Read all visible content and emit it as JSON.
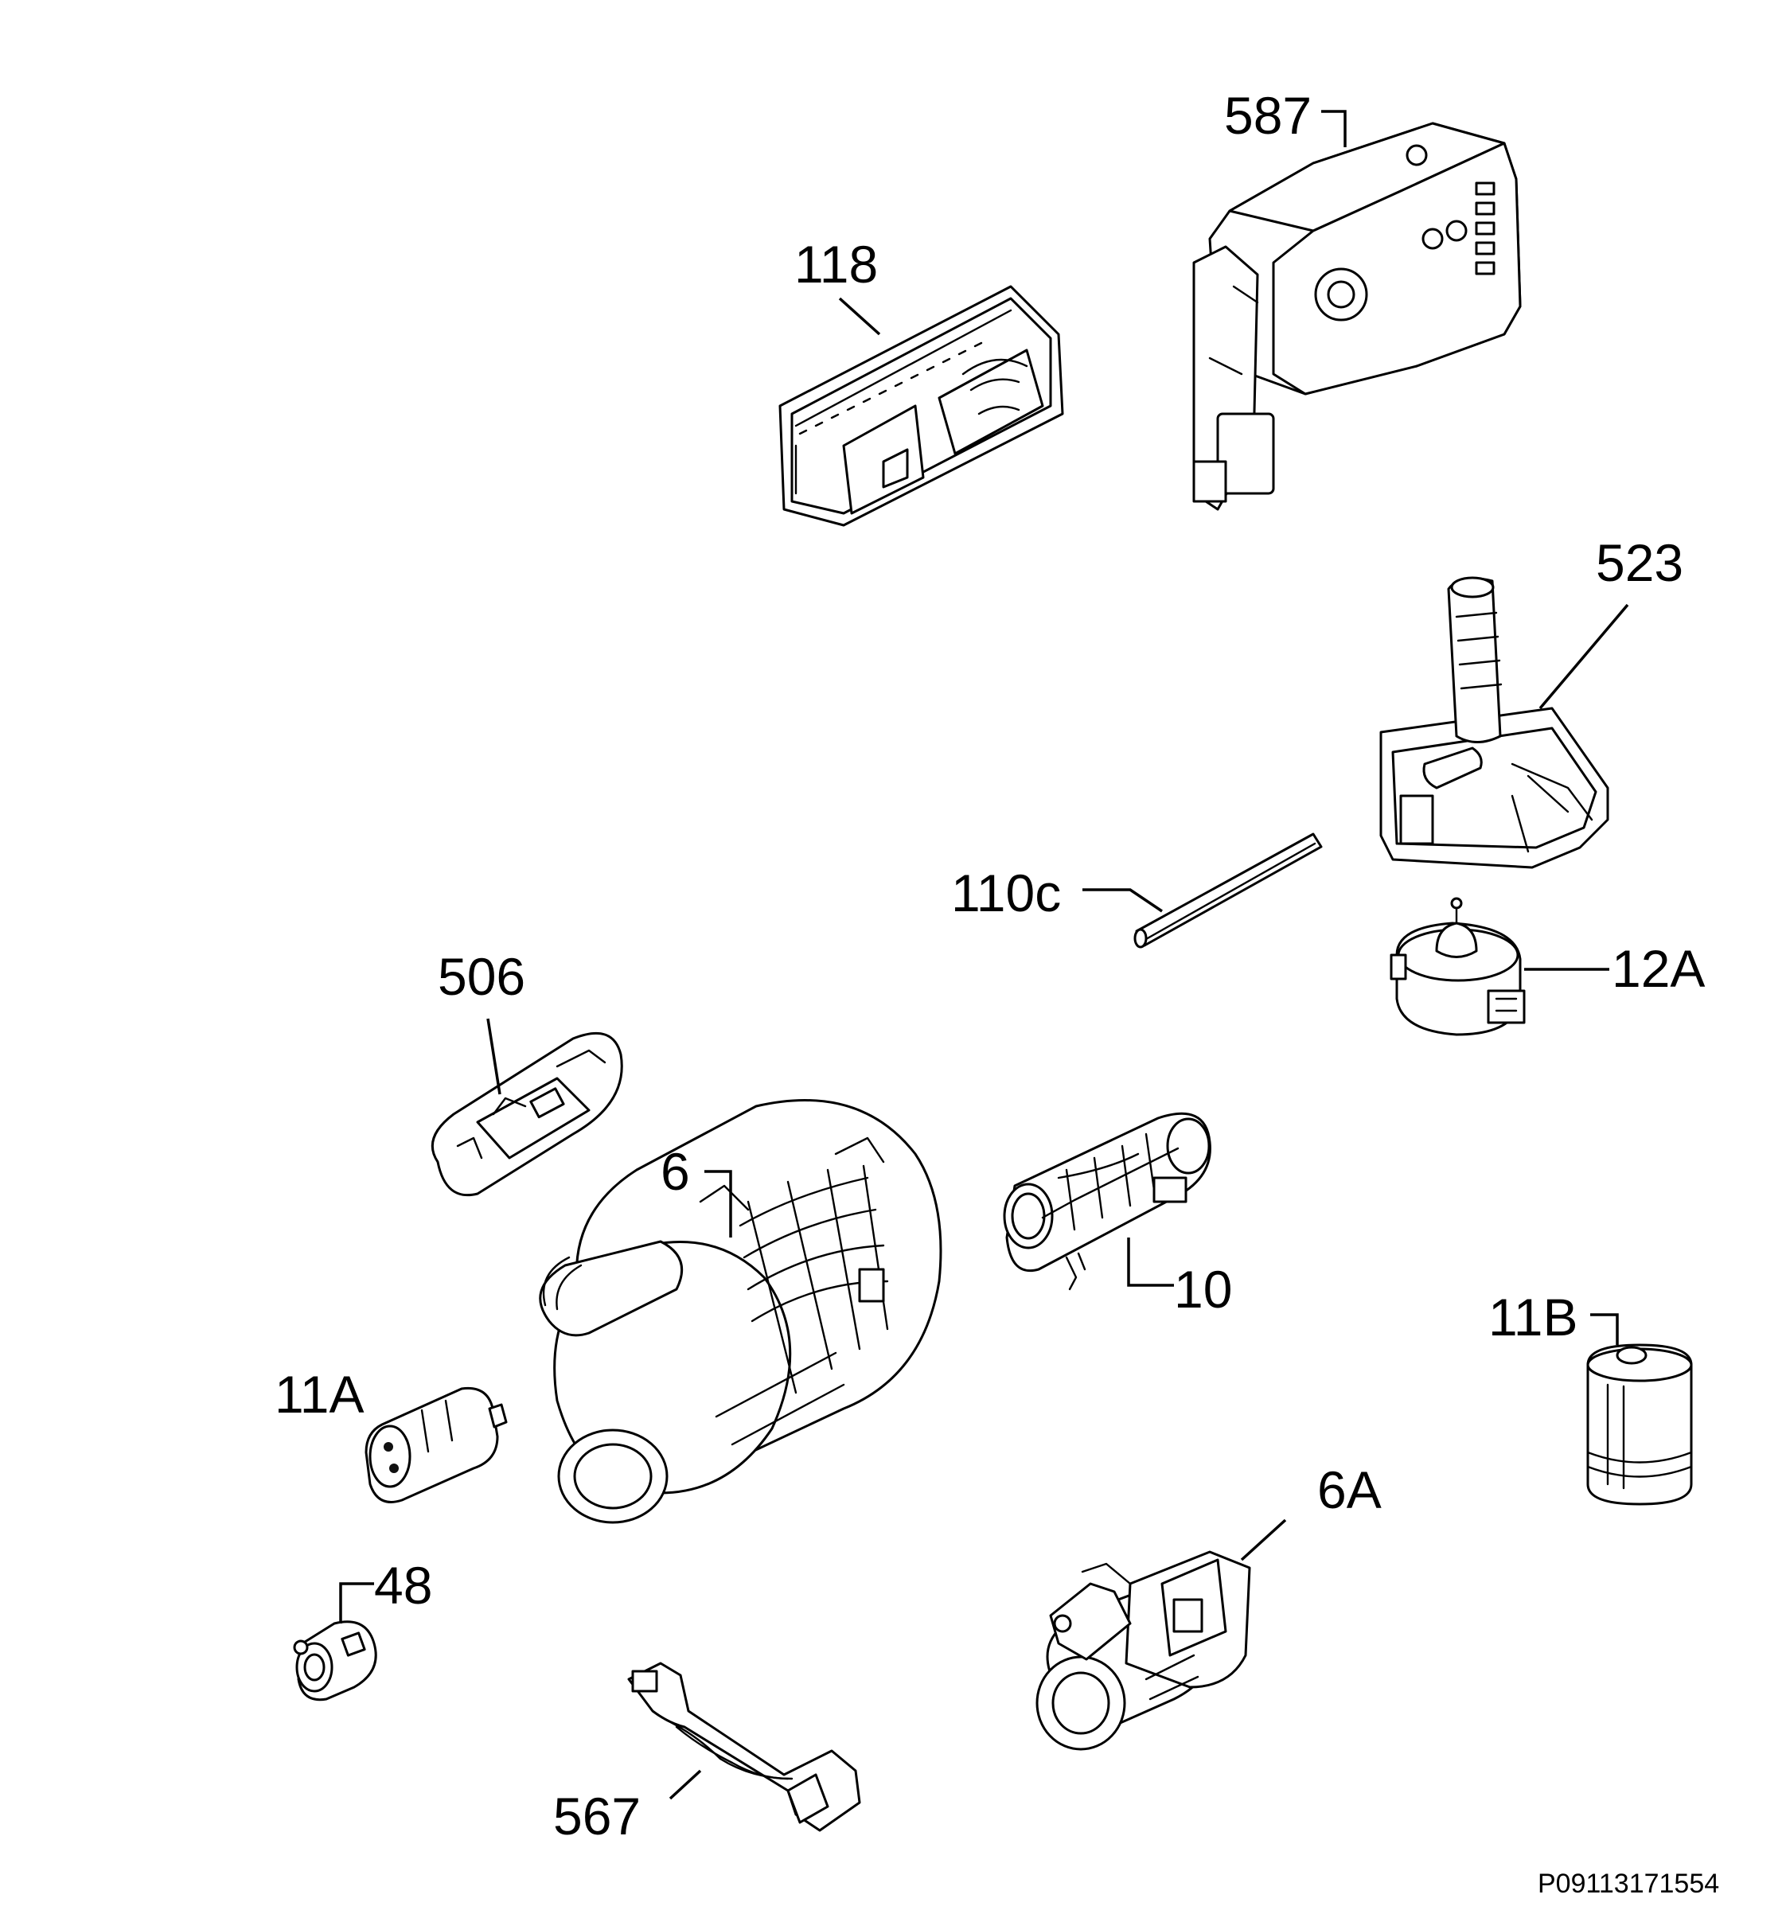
{
  "diagram": {
    "callouts": [
      {
        "id": "587",
        "label": "587"
      },
      {
        "id": "118",
        "label": "118"
      },
      {
        "id": "523",
        "label": "523"
      },
      {
        "id": "110c",
        "label": "110c"
      },
      {
        "id": "12A",
        "label": "12A"
      },
      {
        "id": "506",
        "label": "506"
      },
      {
        "id": "6",
        "label": "6"
      },
      {
        "id": "10",
        "label": "10"
      },
      {
        "id": "11B",
        "label": "11B"
      },
      {
        "id": "11A",
        "label": "11A"
      },
      {
        "id": "6A",
        "label": "6A"
      },
      {
        "id": "48",
        "label": "48"
      },
      {
        "id": "567",
        "label": "567"
      }
    ],
    "document_id": "P09113171554"
  }
}
